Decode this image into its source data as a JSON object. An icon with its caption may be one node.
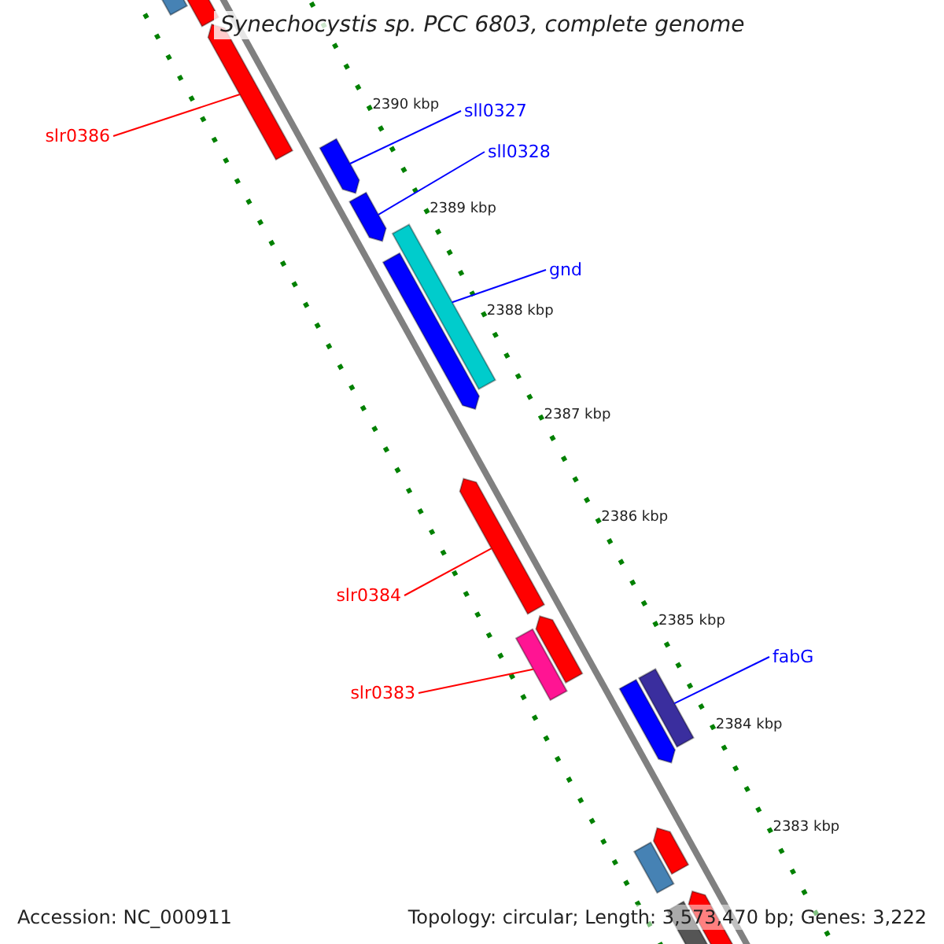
{
  "diagram": {
    "title": "Synechocystis sp. PCC 6803, complete genome",
    "nodes": [
      {
        "text": [
          "slr0386"
        ]
      },
      {
        "text": [],
        "shape": "bar"
      },
      {
        "text": [
          "sll0327"
        ]
      },
      {
        "text": [],
        "shape": "bar"
      },
      {
        "text": [
          "sll0328"
        ]
      },
      {
        "text": [],
        "shape": "bar"
      },
      {
        "text": [
          "gnd"
        ]
      },
      {
        "text": [],
        "shape": "bar"
      },
      {
        "text": [
          "slr0384"
        ]
      },
      {
        "text": [],
        "shape": "bar"
      },
      {
        "text": [
          "slr0383"
        ]
      },
      {
        "text": [],
        "shape": "bar"
      },
      {
        "text": [
          "fabG"
        ]
      },
      {
        "text": [],
        "shape": "bar"
      },
      {
        "text": [],
        "shape": "bar"
      },
      {
        "text": [],
        "shape": "bar"
      },
      {
        "text": [],
        "shape": "bar"
      },
      {
        "text": [],
        "shape": "bar"
      },
      {
        "text": [],
        "shape": "bar"
      },
      {
        "text": [],
        "shape": "bar"
      },
      {
        "text": [],
        "shape": "bar"
      },
      {
        "text": [],
        "shape": "bar"
      },
      {
        "text": [],
        "shape": "bar"
      }
    ],
    "edges": [
      {
        "from": 0,
        "to": 1,
        "arrow": "none",
        "color": "#ff0000"
      },
      {
        "from": 2,
        "to": 3,
        "arrow": "none"
      },
      {
        "from": 4,
        "to": 5,
        "arrow": "none"
      },
      {
        "from": 6,
        "to": 7,
        "arrow": "none"
      },
      {
        "from": 8,
        "to": 9,
        "arrow": "none",
        "color": "#ff0000"
      },
      {
        "from": 10,
        "to": 11,
        "arrow": "none",
        "color": "#ff0000"
      },
      {
        "from": 12,
        "to": 13,
        "arrow": "none"
      }
    ],
    "labels": [
      "2390 kbp",
      "2389 kbp",
      "2388 kbp",
      "2387 kbp",
      "2386 kbp",
      "2385 kbp",
      "2384 kbp",
      "2383 kbp",
      "Accession: NC_000911",
      "Topology: circular; Length: 3,573,470 bp; Genes: 3,222"
    ]
  }
}
